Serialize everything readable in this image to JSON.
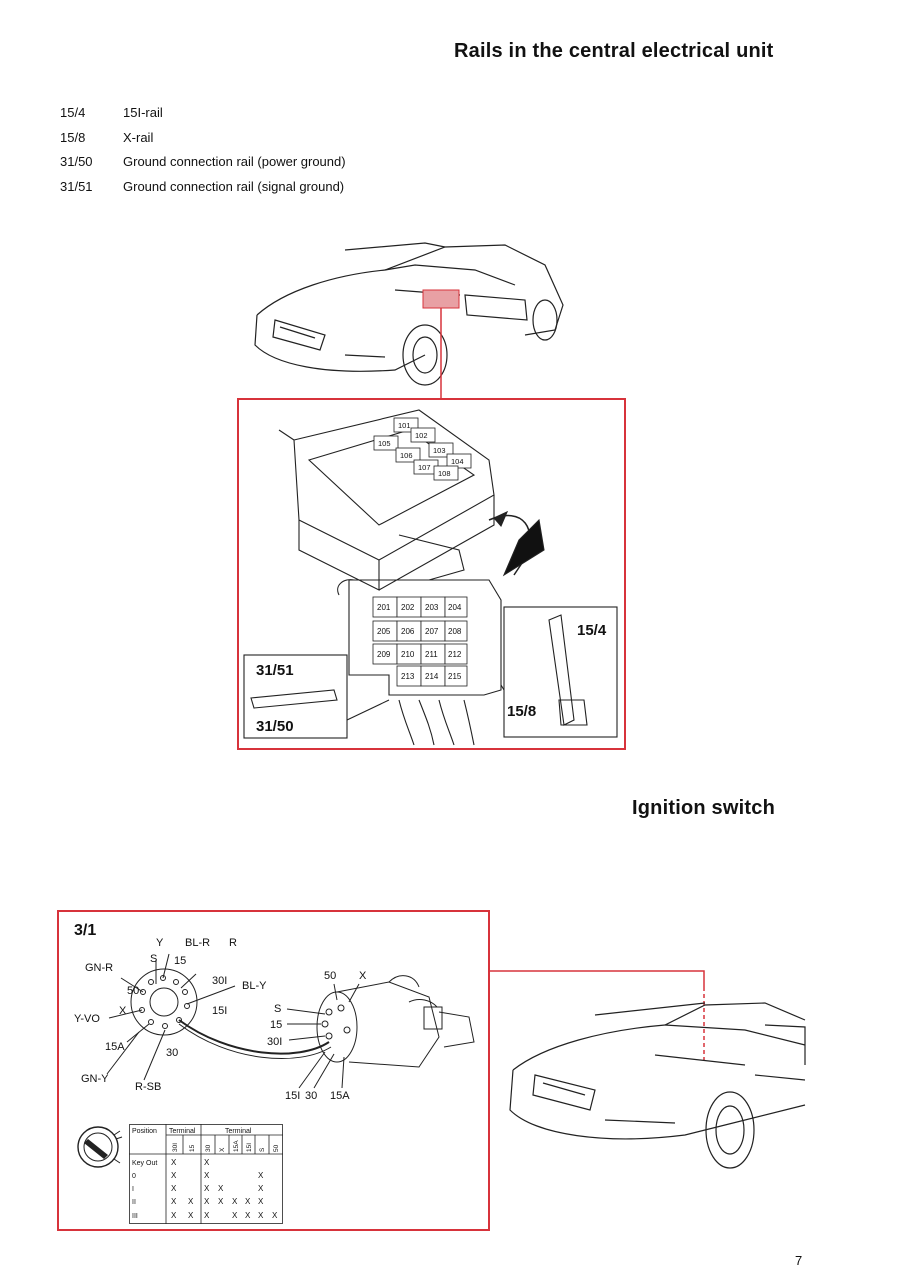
{
  "page": {
    "title": "Rails in the central electrical unit",
    "subtitle": "Ignition switch",
    "page_number": "7"
  },
  "legend": [
    {
      "code": "15/4",
      "desc": "15I-rail"
    },
    {
      "code": "15/8",
      "desc": "X-rail"
    },
    {
      "code": "31/50",
      "desc": "Ground connection rail (power ground)"
    },
    {
      "code": "31/51",
      "desc": "Ground connection rail (signal ground)"
    }
  ],
  "fusebox": {
    "upper_fuses": [
      "101",
      "102",
      "103",
      "104",
      "105",
      "106",
      "107",
      "108"
    ],
    "lower_fuses": [
      "201",
      "202",
      "203",
      "204",
      "205",
      "206",
      "207",
      "208",
      "209",
      "210",
      "211",
      "212",
      "213",
      "214",
      "215"
    ],
    "rail_labels": {
      "r3151": "31/51",
      "r3150": "31/50",
      "r154": "15/4",
      "r158": "15/8"
    }
  },
  "ignition": {
    "box_label": "3/1",
    "wire_labels": [
      "Y",
      "BL-R",
      "R",
      "S",
      "15",
      "GN-R",
      "50",
      "30I",
      "BL-Y",
      "15I",
      "X",
      "Y-VO",
      "15A",
      "30",
      "GN-Y",
      "R-SB"
    ],
    "switch_labels": [
      "50",
      "X",
      "S",
      "15",
      "30I",
      "15I",
      "30",
      "15A"
    ],
    "table": {
      "header_position": "Position",
      "header_terminal_1": "Terminal",
      "header_terminal_2": "Terminal",
      "sub_cols_1": [
        "30I",
        "15"
      ],
      "sub_cols_2": [
        "30",
        "X",
        "15A",
        "15I",
        "S",
        "50"
      ],
      "rows": [
        "Key Out",
        "0",
        "I",
        "II",
        "III"
      ],
      "marks": [
        [
          "X",
          "",
          "X",
          "",
          "",
          "",
          "",
          ""
        ],
        [
          "X",
          "",
          "X",
          "",
          "",
          "",
          "X",
          ""
        ],
        [
          "X",
          "",
          "X",
          "X",
          "",
          "",
          "X",
          ""
        ],
        [
          "X",
          "X",
          "X",
          "X",
          "X",
          "X",
          "X",
          ""
        ],
        [
          "X",
          "X",
          "X",
          "",
          "X",
          "X",
          "X",
          "X"
        ]
      ]
    }
  },
  "colors": {
    "accent_red": "#d7333b",
    "highlight": "#e8a0a4"
  }
}
